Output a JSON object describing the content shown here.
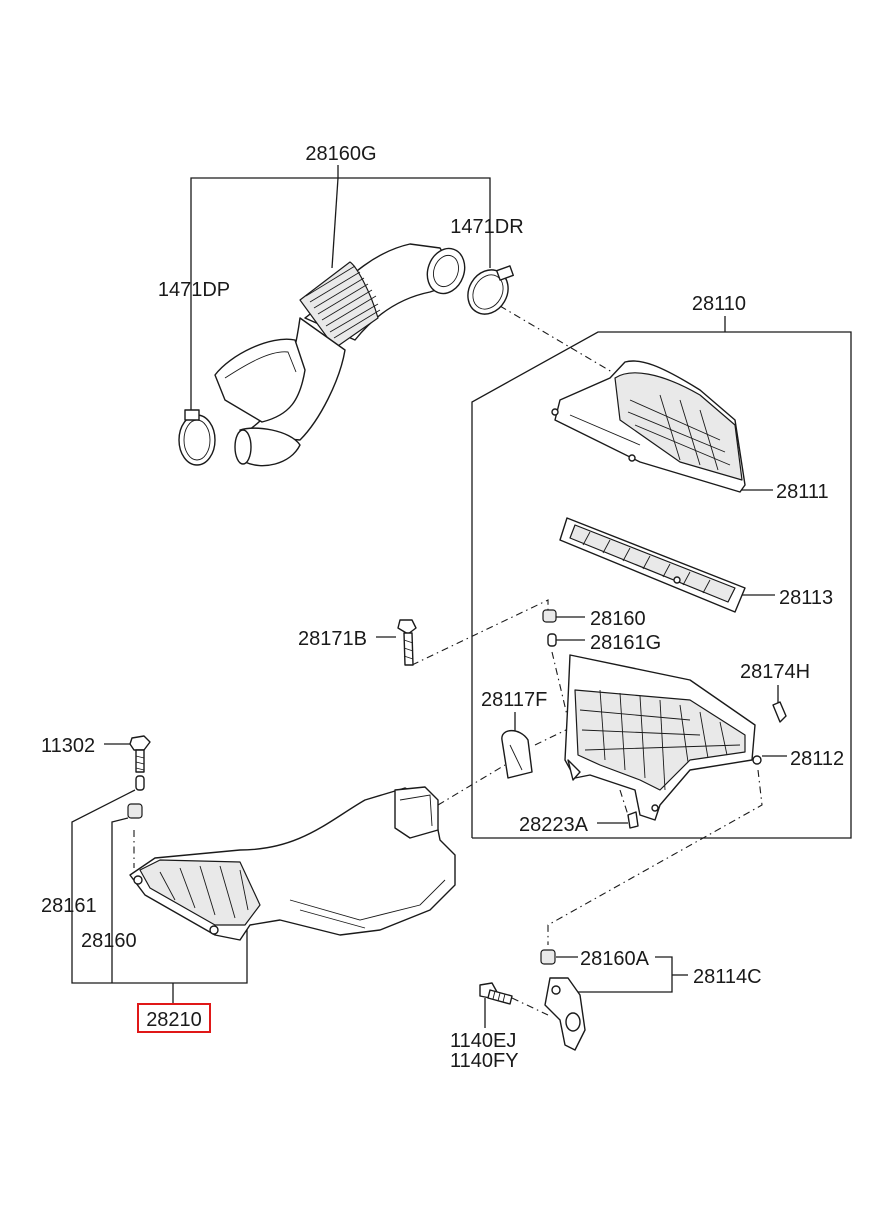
{
  "highlight_color": "#e01818",
  "labels": {
    "p28160G": "28160G",
    "p1471DR": "1471DR",
    "p1471DP": "1471DP",
    "p28110": "28110",
    "p28111": "28111",
    "p28113": "28113",
    "p28160_top": "28160",
    "p28161G": "28161G",
    "p28171B": "28171B",
    "p28174H": "28174H",
    "p28117F": "28117F",
    "p28112": "28112",
    "p28223A": "28223A",
    "p11302": "11302",
    "p28161": "28161",
    "p28160_left": "28160",
    "p28210": "28210",
    "p28160A": "28160A",
    "p28114C": "28114C",
    "p1140EJ": "1140EJ",
    "p1140FY": "1140FY"
  }
}
